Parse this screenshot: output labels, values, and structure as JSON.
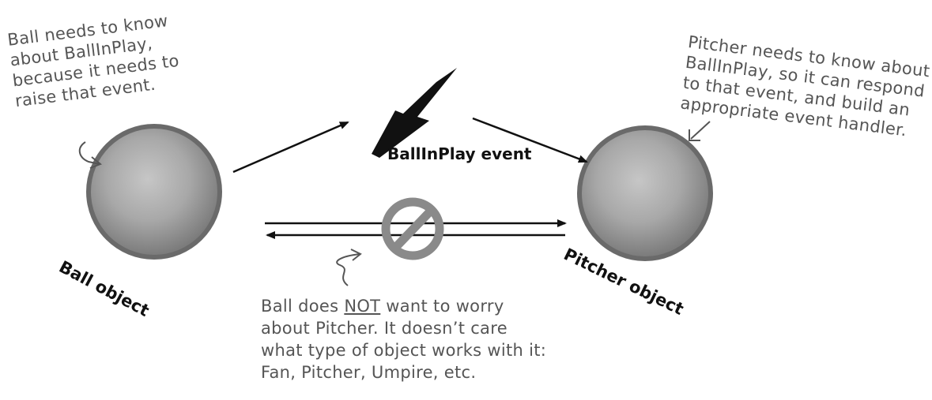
{
  "diagram": {
    "event": {
      "label": "BallInPlay event",
      "icon": "lightning-bolt-icon"
    },
    "ball_object": {
      "label": "Ball object"
    },
    "pitcher_object": {
      "label": "Pitcher object"
    },
    "annotations": {
      "ball_note": [
        "Ball needs to know",
        "about BallInPlay,",
        "because it needs to",
        "raise that event."
      ],
      "pitcher_note": [
        "Pitcher needs to know about",
        "BallInPlay, so it can respond",
        "to that event, and build an",
        "appropriate event handler."
      ],
      "no_dependency_note": {
        "line1_before": "Ball does ",
        "line1_emphasis": "NOT",
        "line1_after": " want to worry",
        "line2": "about Pitcher. It doesn’t care",
        "line3": "what type of object works with it:",
        "line4": "Fan, Pitcher, Umpire, etc."
      }
    },
    "prohibited_icon": "no-entry-icon",
    "colors": {
      "sphere": "#a8a8a8",
      "sphere_edge": "#6f6f6f",
      "prohibited": "#8a8a8a",
      "ink": "#111111",
      "note_text": "#555555"
    }
  }
}
